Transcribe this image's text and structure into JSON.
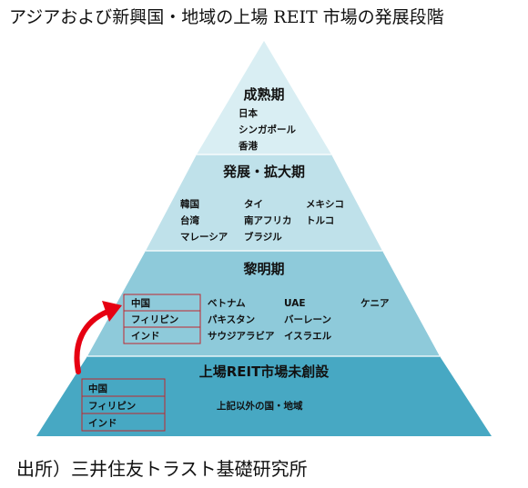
{
  "title": "アジアおよび新興国・地域の上場 REIT 市場の発展段階",
  "source": "出所）三井住友トラスト基礎研究所",
  "colors": {
    "level1": "#d9eef3",
    "level2": "#bfe1ea",
    "level3": "#8ecada",
    "level4": "#47a8c3",
    "arrow": "#e60012",
    "box_border": "#c0272d"
  },
  "levels": [
    {
      "title": "成熟期",
      "items": [
        "日本",
        "シンガポール",
        "香港"
      ]
    },
    {
      "title": "発展・拡大期",
      "columns": [
        [
          "韓国",
          "台湾",
          "マレーシア"
        ],
        [
          "タイ",
          "南アフリカ",
          "ブラジル"
        ],
        [
          "メキシコ",
          "トルコ"
        ]
      ]
    },
    {
      "title": "黎明期",
      "boxed": [
        "中国",
        "フィリピン",
        "インド"
      ],
      "columns": [
        [
          "ベトナム",
          "パキスタン",
          "サウジアラビア"
        ],
        [
          "UAE",
          "バーレーン",
          "イスラエル"
        ],
        [
          "ケニア"
        ]
      ]
    },
    {
      "title": "上場REIT市場未創設",
      "boxed": [
        "中国",
        "フィリピン",
        "インド"
      ],
      "note": "上記以外の国・地域"
    }
  ],
  "arrow_icon": "curved-up-arrow-icon"
}
